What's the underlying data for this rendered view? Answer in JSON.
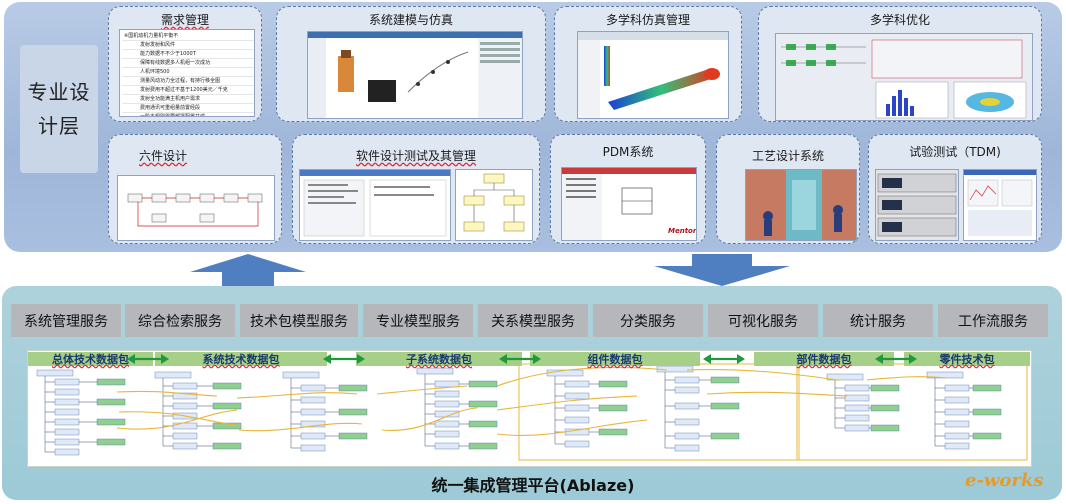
{
  "top": {
    "layer_label": "专业设计层",
    "modules": {
      "requirements": {
        "title": "需求管理",
        "list": [
          "※国机动机力量机平衡不",
          "发射发射和风件",
          "能力数据不不少于1000T",
          "保障有线数据多人机组一次成功",
          "人机环境500",
          "测量风动功力全过程，有持行移全图",
          "发射费用不超过不基于1200美元／千克",
          "发射全功能满主机用户需求",
          "费用通讯可重组量前置经段",
          "一阶本规则需要部署配置并成"
        ]
      },
      "modeling": {
        "title": "系统建模与仿真"
      },
      "multiphysics": {
        "title": "多学科仿真管理"
      },
      "optimization": {
        "title": "多学科优化"
      },
      "six_part": {
        "title": "六件设计"
      },
      "software": {
        "title": "软件设计测试及其管理"
      },
      "pdm": {
        "title": "PDM系统"
      },
      "process": {
        "title": "工艺设计系统"
      },
      "tdm": {
        "title": "试验测试（TDM)"
      }
    }
  },
  "services": [
    "系统管理服务",
    "综合检索服务",
    "技术包模型服务",
    "专业模型服务",
    "关系模型服务",
    "分类服务",
    "可视化服务",
    "统计服务",
    "工作流服务"
  ],
  "packages": [
    "总体技术数据包",
    "系统技术数据包",
    "子系统数据包",
    "组件数据包",
    "部件数据包",
    "零件技术包"
  ],
  "platform_title": "统一集成管理平台(Ablaze)",
  "watermark": "e-works",
  "colors": {
    "top_panel": "#a9bfe0",
    "bottom_panel": "#9ccad6",
    "package_bar": "#a6cf88",
    "service_box": "#b5b7ba",
    "link_arrow": "#1e9a3c",
    "trace_line": "#e8b53a",
    "arrow_fill": "#4f7fc0"
  }
}
